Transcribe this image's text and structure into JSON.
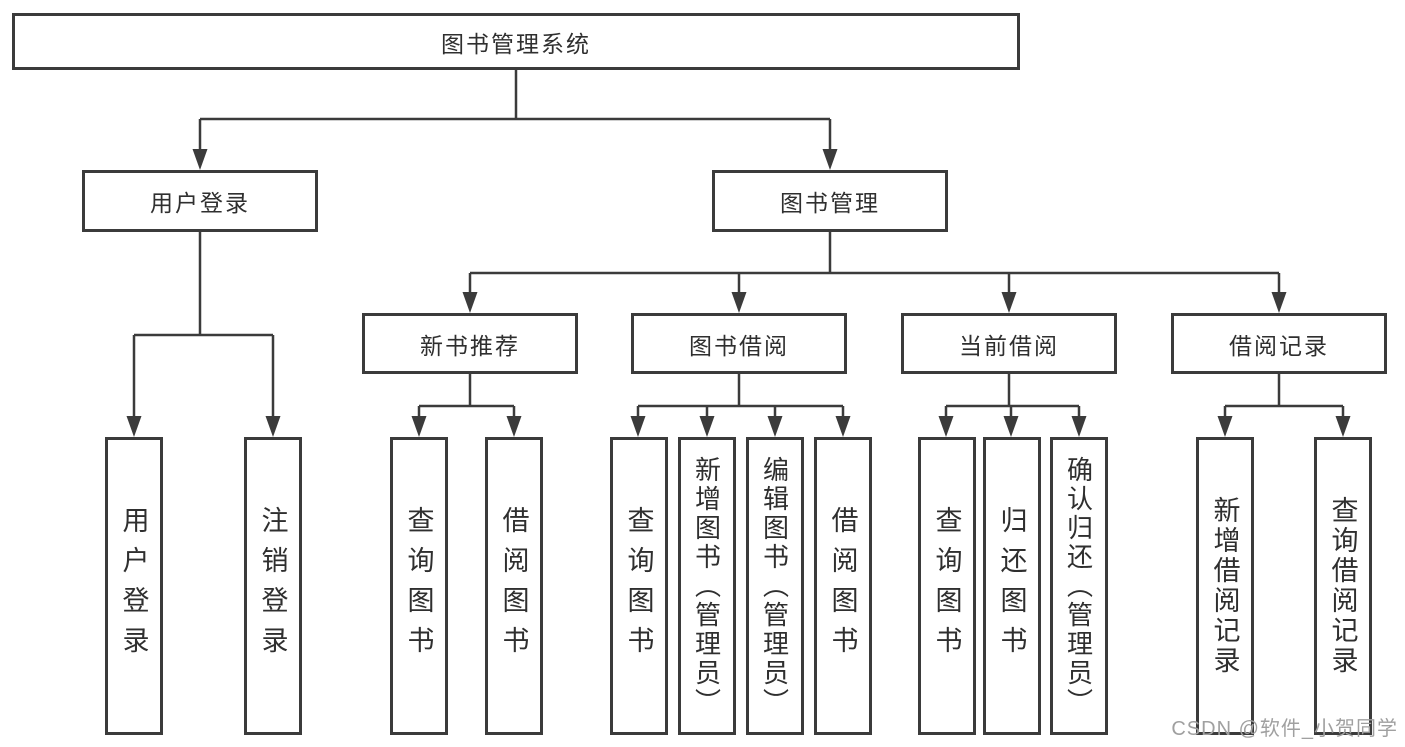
{
  "diagram": {
    "root": {
      "label": "图书管理系统"
    },
    "level2": [
      {
        "label": "用户登录",
        "leaves": [
          {
            "label": "用户登录"
          },
          {
            "label": "注销登录"
          }
        ]
      },
      {
        "label": "图书管理",
        "children": [
          {
            "label": "新书推荐",
            "leaves": [
              {
                "label": "查询图书"
              },
              {
                "label": "借阅图书"
              }
            ]
          },
          {
            "label": "图书借阅",
            "leaves": [
              {
                "label": "查询图书"
              },
              {
                "label": "新增图书（管理员）"
              },
              {
                "label": "编辑图书（管理员）"
              },
              {
                "label": "借阅图书"
              }
            ]
          },
          {
            "label": "当前借阅",
            "leaves": [
              {
                "label": "查询图书"
              },
              {
                "label": "归还图书"
              },
              {
                "label": "确认归还（管理员）"
              }
            ]
          },
          {
            "label": "借阅记录",
            "leaves": [
              {
                "label": "新增借阅记录"
              },
              {
                "label": "查询借阅记录"
              }
            ]
          }
        ]
      }
    ]
  },
  "watermark": {
    "text": "CSDN @软件_小贺同学"
  },
  "colors": {
    "line": "#3b3b3b",
    "text": "#2f2f2f",
    "background": "#ffffff",
    "watermark": "#a0a0a0"
  }
}
